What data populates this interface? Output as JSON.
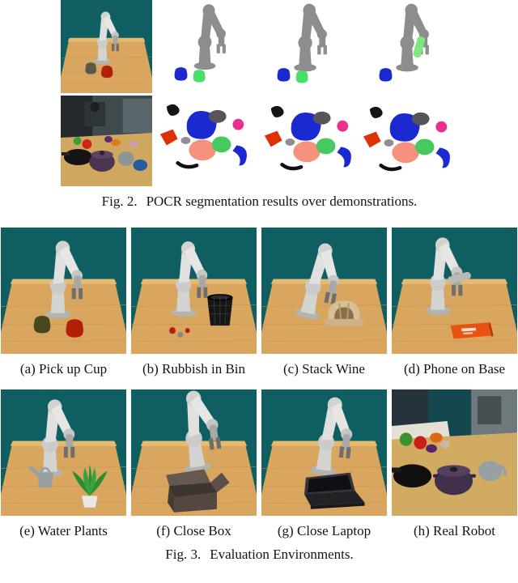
{
  "colors": {
    "teal_background": "#0e5e62",
    "table_wood": "#d8a65f",
    "robot_gray_silhouette": "#8d8d8d",
    "segmentation_blue": "#1b2ad0",
    "segmentation_green": "#46ca60",
    "segmentation_magenta": "#ea2f8c",
    "segmentation_salmon": "#f5917d",
    "segmentation_red": "#df3107"
  },
  "figure2": {
    "caption_label": "Fig. 2.",
    "caption_text": "POCR segmentation results over demonstrations.",
    "rows": [
      {
        "name": "simulated demonstration",
        "panels": [
          "rgb frame",
          "segmentation 1",
          "segmentation 2",
          "segmentation 3"
        ]
      },
      {
        "name": "real-world demonstration",
        "panels": [
          "rgb frame",
          "segmentation 1",
          "segmentation 2",
          "segmentation 3"
        ]
      }
    ]
  },
  "figure3": {
    "caption_label": "Fig. 3.",
    "caption_text": "Evaluation Environments.",
    "environments": [
      {
        "id": "a",
        "label": "(a) Pick up Cup"
      },
      {
        "id": "b",
        "label": "(b) Rubbish in Bin"
      },
      {
        "id": "c",
        "label": "(c) Stack Wine"
      },
      {
        "id": "d",
        "label": "(d) Phone on Base"
      },
      {
        "id": "e",
        "label": "(e) Water Plants"
      },
      {
        "id": "f",
        "label": "(f) Close Box"
      },
      {
        "id": "g",
        "label": "(g) Close Laptop"
      },
      {
        "id": "h",
        "label": "(h) Real Robot"
      }
    ]
  }
}
